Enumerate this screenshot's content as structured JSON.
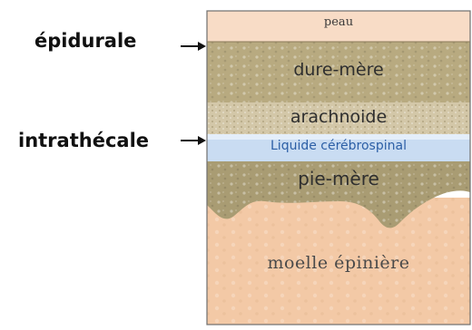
{
  "labels": {
    "epidurale": "épidurale",
    "intrathecale": "intrathécale"
  },
  "layers": {
    "peau": "peau",
    "dure_mere": "dure-mère",
    "arachnoide": "arachnoide",
    "liquide": "Liquide cérébrospinal",
    "pie_mere": "pie-mère",
    "moelle": "moelle épinière"
  },
  "colors": {
    "peau": "#f8dcc6",
    "dure_mere": "#b8aa80",
    "arachnoide": "#d3c7a8",
    "liquide": "#c9dcf2",
    "pie_mere": "#a99c73",
    "moelle": "#f3c9a6",
    "frame": "#6e6e6e"
  }
}
